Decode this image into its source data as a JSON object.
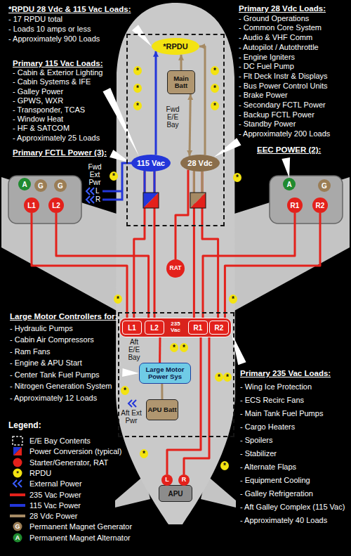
{
  "diagram": {
    "nodes": [
      {
        "text": [
          "*RPDU 28 Vdc & 115 Vac Loads:",
          "- 17 RPDU total",
          "- Loads 10 amps or less",
          "- Approximately 900 Loads"
        ]
      },
      {
        "text": [
          "Primary 115 Vac Loads:",
          "- Cabin & Exterior Lighting",
          "- Cabin Systems & IFE",
          "- Galley Power",
          "- GPWS, WXR",
          "- Transponder, TCAS",
          "- Window Heat",
          "- HF & SATCOM",
          "- Approximately 25 Loads"
        ]
      },
      {
        "text": [
          "Primary FCTL Power (3):"
        ]
      },
      {
        "text": [
          "Primary 28 Vdc Loads:",
          "- Ground Operations",
          "- Common Core System",
          "- Audio & VHF Comm",
          "- Autopilot / Autothrottle",
          "- Engine Igniters",
          "- DC Fuel Pump",
          "- Flt Deck Instr & Displays",
          "- Bus Power Control Units",
          "- Brake Power",
          "- Secondary FCTL Power",
          "- Backup FCTL Power",
          "- Standby Power",
          "- Approximately 200 Loads"
        ]
      },
      {
        "text": [
          "EEC POWER (2):"
        ]
      },
      {
        "text": [
          "Large Motor Controllers for:",
          "- Hydraulic Pumps",
          "- Cabin Air Compressors",
          "- Ram Fans",
          "- Engine & APU Start",
          "- Center Tank Fuel Pumps",
          "- Nitrogen Generation System",
          "- Approximately 12 Loads"
        ]
      },
      {
        "text": [
          "Primary 235 Vac Loads:",
          "- Wing Ice Protection",
          "- ECS Recirc Fans",
          "- Main Tank Fuel Pumps",
          "- Cargo Heaters",
          "- Spoilers",
          "- Stabilizer",
          "- Alternate Flaps",
          "- Equipment Cooling",
          "- Galley Refrigeration",
          "- Aft Galley Complex (115 Vac)",
          "- Approximately 40 Loads"
        ]
      },
      {
        "text": [
          "Fwd E/E Bay"
        ]
      },
      {
        "text": [
          "*RPDU"
        ],
        "in": 7
      },
      {
        "text": [
          "Main Batt"
        ],
        "in": 7
      },
      {
        "text": [
          "115 Vac"
        ],
        "in": 7
      },
      {
        "text": [
          "28 Vdc"
        ],
        "in": 7
      },
      {
        "text": [
          "*"
        ],
        "in": 7
      },
      {
        "text": [
          "*"
        ],
        "in": 7
      },
      {
        "text": [
          "*"
        ],
        "in": 7
      },
      {
        "text": [
          "*"
        ],
        "in": 7
      },
      {
        "text": [
          "*"
        ],
        "in": 7
      },
      {
        "text": [
          "*"
        ],
        "in": 7
      },
      {
        "text": [
          "A"
        ]
      },
      {
        "text": [
          "G"
        ]
      },
      {
        "text": [
          "L1"
        ]
      },
      {
        "text": [
          "L2"
        ]
      },
      {
        "text": [
          "G"
        ]
      },
      {
        "text": [
          "A"
        ]
      },
      {
        "text": [
          "G"
        ]
      },
      {
        "text": [
          "R1"
        ]
      },
      {
        "text": [
          "R2"
        ]
      },
      {
        "text": [
          "RAT"
        ]
      },
      {
        "text": [
          "*"
        ]
      },
      {
        "text": [
          "*"
        ]
      },
      {
        "text": [
          "Aft E/E Bay"
        ]
      },
      {
        "text": [
          "235 Vac"
        ],
        "in": 30
      },
      {
        "text": [
          "L1"
        ],
        "in": 31
      },
      {
        "text": [
          "L2"
        ],
        "in": 31
      },
      {
        "text": [
          "R1"
        ],
        "in": 31
      },
      {
        "text": [
          "R2"
        ],
        "in": 31
      },
      {
        "text": [
          "Large Motor Power Sys"
        ],
        "in": 30
      },
      {
        "text": [
          "APU Batt"
        ],
        "in": 30
      },
      {
        "text": [
          "*"
        ],
        "in": 30
      },
      {
        "text": [
          "*"
        ],
        "in": 30
      },
      {
        "text": [
          "*"
        ],
        "in": 30
      },
      {
        "text": [
          "*"
        ],
        "in": 30
      },
      {
        "text": [
          "*"
        ],
        "in": 30
      },
      {
        "text": [
          "*"
        ]
      },
      {
        "text": [
          "*"
        ]
      },
      {
        "text": [
          "*"
        ]
      },
      {
        "text": [
          "*"
        ]
      },
      {
        "text": [
          "APU"
        ]
      },
      {
        "text": [
          "L"
        ]
      },
      {
        "text": [
          "R"
        ]
      }
    ],
    "edges": [
      {
        "from": 0,
        "to": 8,
        "arrow": "to"
      },
      {
        "from": 1,
        "to": 10,
        "arrow": "to"
      },
      {
        "from": 2,
        "to": 10,
        "arrow": "to"
      },
      {
        "from": 3,
        "to": 11,
        "arrow": "to"
      },
      {
        "from": 4,
        "to": 23,
        "arrow": "to"
      },
      {
        "from": 5,
        "to": 36,
        "arrow": "to"
      },
      {
        "from": 6,
        "to": 31,
        "arrow": "to"
      },
      {
        "from": 20,
        "to": 32,
        "arrow": "none"
      },
      {
        "from": 21,
        "to": 33,
        "arrow": "none"
      },
      {
        "from": 25,
        "to": 34,
        "arrow": "none"
      },
      {
        "from": 26,
        "to": 35,
        "arrow": "none"
      },
      {
        "from": 32,
        "to": 10,
        "arrow": "none"
      },
      {
        "from": 33,
        "to": 10,
        "arrow": "none"
      },
      {
        "from": 34,
        "to": 11,
        "arrow": "none"
      },
      {
        "from": 35,
        "to": 11,
        "arrow": "none"
      },
      {
        "from": 27,
        "to": 11,
        "arrow": "none"
      },
      {
        "from": 10,
        "to": 8,
        "arrow": "to"
      },
      {
        "from": 11,
        "to": 8,
        "arrow": "to"
      },
      {
        "from": 11,
        "to": 9,
        "arrow": "both"
      },
      {
        "from": 9,
        "to": 8,
        "arrow": "to"
      },
      {
        "from": 31,
        "to": 36,
        "arrow": "none"
      },
      {
        "from": 37,
        "to": 36,
        "arrow": "none"
      },
      {
        "from": 48,
        "to": 31,
        "arrow": "none"
      },
      {
        "from": 49,
        "to": 31,
        "arrow": "none"
      }
    ],
    "labels": [
      "Fwd Ext Pwr",
      "L",
      "R",
      "Aft Ext Pwr",
      "Legend:",
      "*",
      "G",
      "A"
    ],
    "legend": [
      {
        "text": "E/E Bay Contents"
      },
      {
        "text": "Power Conversion (typical)"
      },
      {
        "text": "Starter/Generator, RAT",
        "color": "#e3211b"
      },
      {
        "text": "RPDU",
        "color": "#f3e312"
      },
      {
        "text": "External Power"
      },
      {
        "text": "235 Vac Power",
        "color": "#e3211b"
      },
      {
        "text": "115 Vac Power",
        "color": "#2336d9"
      },
      {
        "text": "28 Vdc Power",
        "color": "#a58a64"
      },
      {
        "text": "Permanent Magnet Generator",
        "color": "#9a7d55"
      },
      {
        "text": "Permanent Magnet Alternator",
        "color": "#1f8a2f"
      }
    ]
  }
}
